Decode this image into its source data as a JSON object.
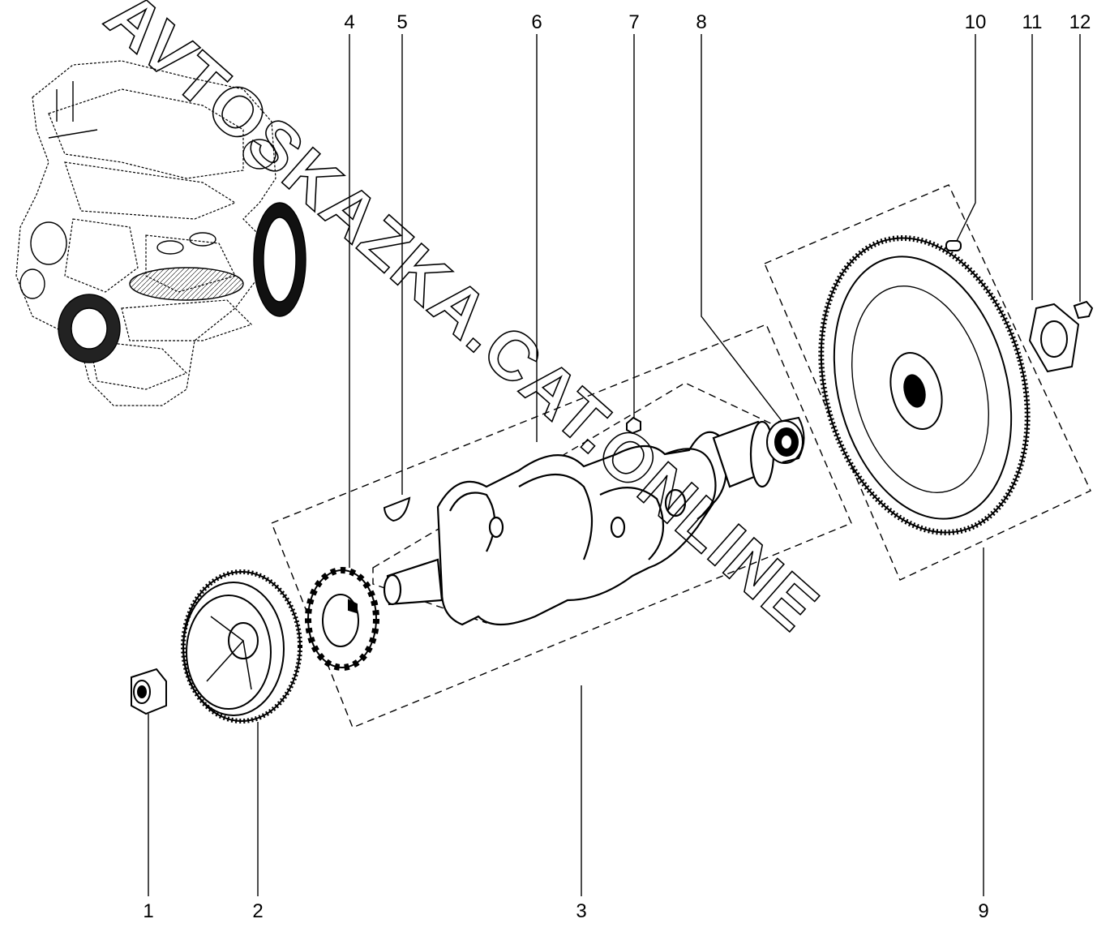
{
  "diagram": {
    "callouts": [
      {
        "id": "c1",
        "label": "1"
      },
      {
        "id": "c2",
        "label": "2"
      },
      {
        "id": "c3",
        "label": "3"
      },
      {
        "id": "c4",
        "label": "4"
      },
      {
        "id": "c5",
        "label": "5"
      },
      {
        "id": "c6",
        "label": "6"
      },
      {
        "id": "c7",
        "label": "7"
      },
      {
        "id": "c8",
        "label": "8"
      },
      {
        "id": "c9",
        "label": "9"
      },
      {
        "id": "c10",
        "label": "10"
      },
      {
        "id": "c11",
        "label": "11"
      },
      {
        "id": "c12",
        "label": "12"
      }
    ],
    "watermark": "AVTOSKAZKA.CAT.ONLINE",
    "colors": {
      "line": "#000000",
      "background": "#ffffff"
    }
  }
}
